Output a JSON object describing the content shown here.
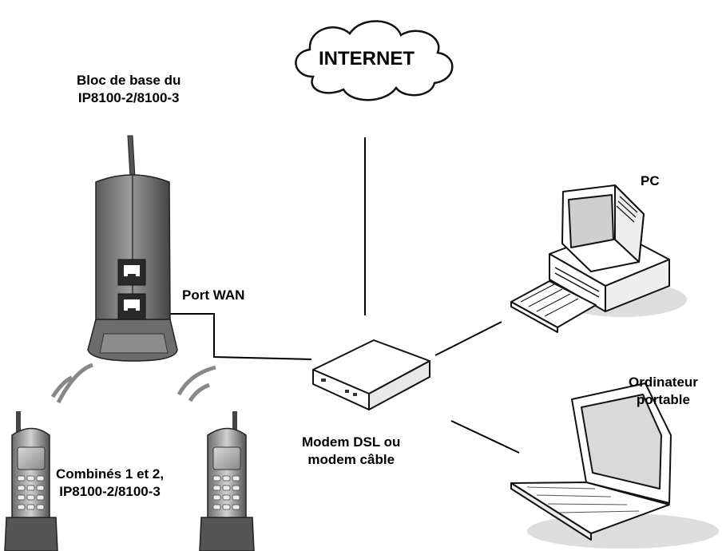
{
  "cloud": {
    "label": "INTERNET"
  },
  "base_unit": {
    "line1": "Bloc de base du",
    "line2": "IP8100-2/8100-3"
  },
  "wan_port": {
    "label": "Port WAN"
  },
  "pc": {
    "label": "PC"
  },
  "laptop": {
    "line1": "Ordinateur",
    "line2": "portable"
  },
  "modem": {
    "line1": "Modem DSL ou",
    "line2": "modem câble"
  },
  "handsets": {
    "line1": "Combinés 1 et 2,",
    "line2": "IP8100-2/8100-3"
  }
}
